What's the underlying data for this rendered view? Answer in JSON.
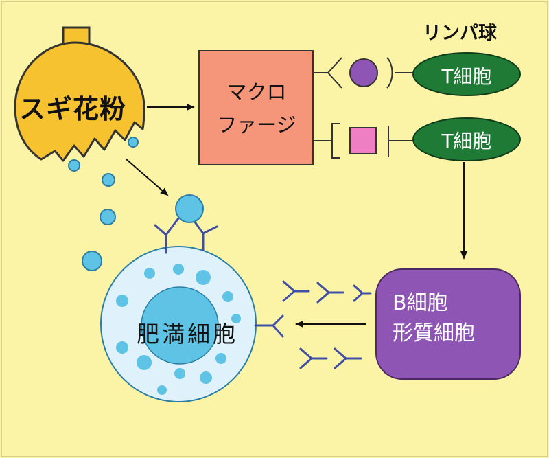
{
  "pollen": {
    "label": "スギ花粉"
  },
  "macrophage": {
    "line1": "マクロ",
    "line2": "ファージ"
  },
  "lymphocyte": {
    "title": "リンパ球"
  },
  "t_cell_1": {
    "label": "T細胞"
  },
  "t_cell_2": {
    "label": "T細胞"
  },
  "b_cell": {
    "line1": "B細胞",
    "line2": "形質細胞"
  },
  "mast_cell": {
    "label": "肥満細胞"
  },
  "colors": {
    "background": "#fbf4a6",
    "pollen": "#f7c22f",
    "macrophage": "#f5957a",
    "t_cell": "#1f7a35",
    "b_cell": "#8e55b4",
    "antigen_circle": "#8e55b4",
    "antigen_square": "#ee7fc3",
    "allergen_particle": "#5ec3e4",
    "mast_cell_outer": "#dff2fb",
    "mast_cell_nucleus": "#5ec3e4",
    "antibody": "#3f4fa6"
  }
}
